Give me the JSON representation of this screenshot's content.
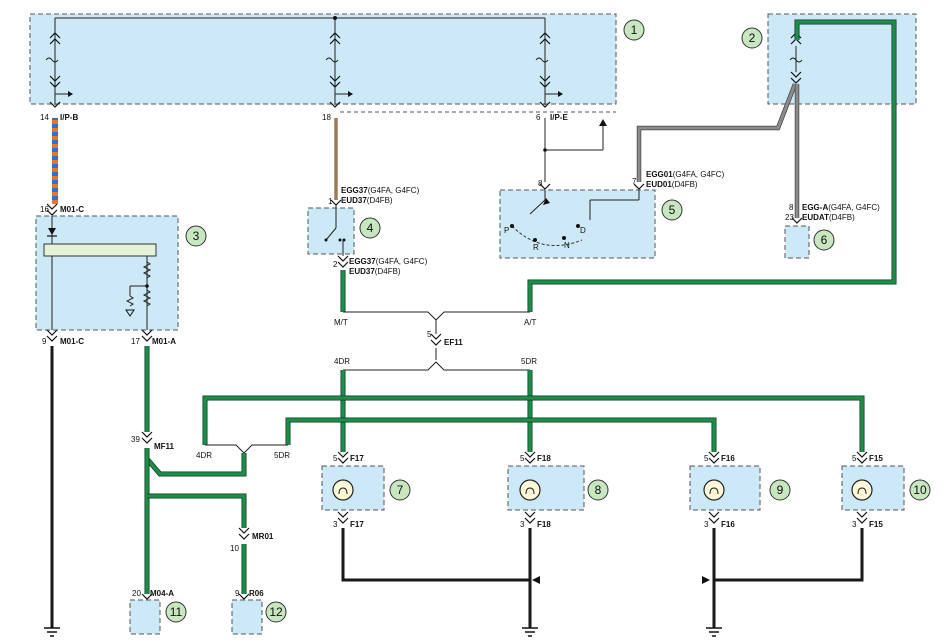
{
  "components": [
    {
      "id": "c1",
      "number": "1"
    },
    {
      "id": "c2",
      "number": "2"
    },
    {
      "id": "c3",
      "number": "3"
    },
    {
      "id": "c4",
      "number": "4"
    },
    {
      "id": "c5",
      "number": "5"
    },
    {
      "id": "c6",
      "number": "6"
    },
    {
      "id": "c7",
      "number": "7"
    },
    {
      "id": "c8",
      "number": "8"
    },
    {
      "id": "c9",
      "number": "9"
    },
    {
      "id": "c10",
      "number": "10"
    },
    {
      "id": "c11",
      "number": "11"
    },
    {
      "id": "c12",
      "number": "12"
    }
  ],
  "connectors": {
    "ipb": {
      "pin": "14",
      "name": "I/P-B"
    },
    "pin18": {
      "pin": "18"
    },
    "ipe": {
      "pin": "6",
      "name": "I/P-E"
    },
    "m01c_top": {
      "pin": "16",
      "name": "M01-C"
    },
    "m01c_bot": {
      "pin": "9",
      "name": "M01-C"
    },
    "m01a": {
      "pin": "17",
      "name": "M01-A"
    },
    "egg37_top": {
      "pin": "1",
      "name": "EGG37",
      "variant": "(G4FA, G4FC)",
      "name2": "EUD37",
      "variant2": "(D4FB)"
    },
    "egg37_bot": {
      "pin": "2",
      "name": "EGG37",
      "variant": "(G4FA, G4FC)",
      "name2": "EUD37",
      "variant2": "(D4FB)"
    },
    "egg01": {
      "pin": "7",
      "name": "EGG01",
      "variant": "(G4FA, G4FC)",
      "name2": "EUD01",
      "variant2": "(D4FB)"
    },
    "egga": {
      "pin_a": "8",
      "pin_b": "23",
      "name": "EGG-A",
      "variant": "(G4FA, G4FC)",
      "name2": "EUDAT",
      "variant2": "(D4FB)"
    },
    "pin8_switch": {
      "pin": "8"
    },
    "ef11": {
      "pin": "5",
      "name": "EF11"
    },
    "mf11": {
      "pin": "39",
      "name": "MF11"
    },
    "mr01": {
      "pin": "10",
      "name": "MR01"
    },
    "m04a": {
      "pin": "20",
      "name": "M04-A"
    },
    "r06": {
      "pin": "9",
      "name": "R06"
    },
    "f17": {
      "pin_top": "5",
      "pin_bot": "3",
      "name": "F17"
    },
    "f18": {
      "pin_top": "5",
      "pin_bot": "3",
      "name": "F18"
    },
    "f16": {
      "pin_top": "5",
      "pin_bot": "3",
      "name": "F16"
    },
    "f15": {
      "pin_top": "5",
      "pin_bot": "3",
      "name": "F15"
    }
  },
  "labels": {
    "mt": "M/T",
    "at": "A/T",
    "dr4_top": "4DR",
    "dr5_top": "5DR",
    "dr4_left": "4DR",
    "dr5_left": "5DR"
  },
  "switch_positions": [
    "P",
    "R",
    "N",
    "D"
  ],
  "colors": {
    "box_fill": "#cde9f7",
    "wire_green": "#1e8c4a",
    "wire_black": "#1a1a1a",
    "wire_gray": "#8c8c8c",
    "wire_brown": "#9b7b5a",
    "wire_orange": "#e8742a",
    "wire_blue": "#2a6fd6",
    "callout_fill": "#c8e6c0"
  }
}
